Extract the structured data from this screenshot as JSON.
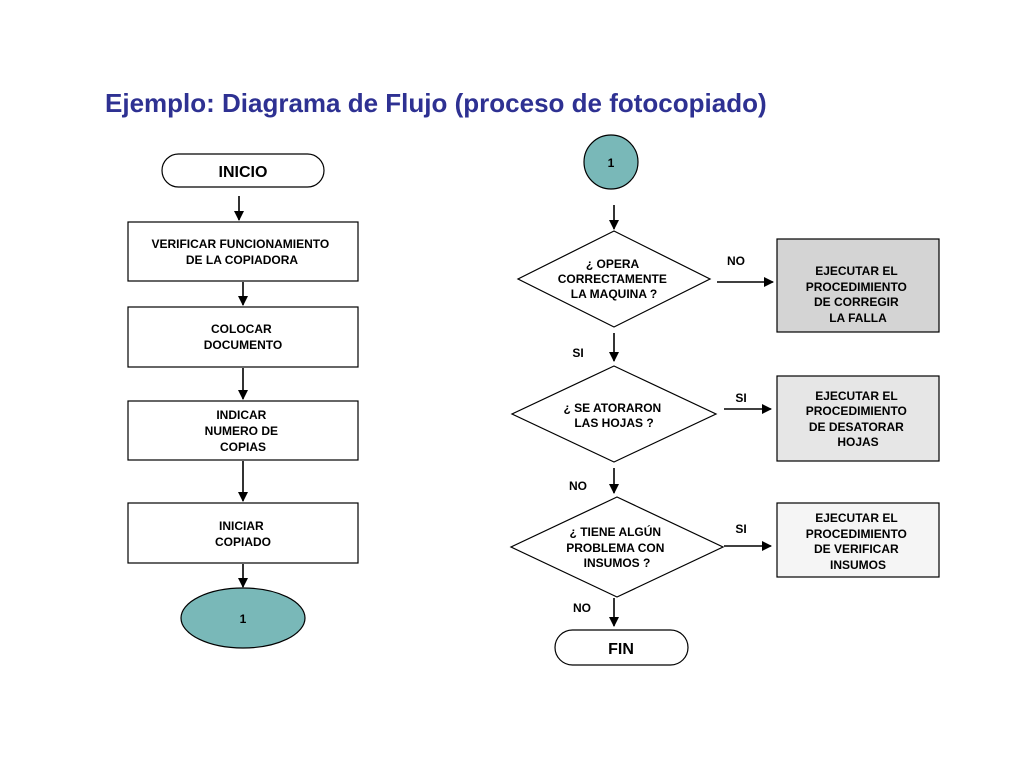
{
  "title": "Ejemplo: Diagrama de Flujo (proceso de fotocopiado)",
  "colors": {
    "title": "#2e3192",
    "connector_fill": "#79b8b8",
    "action_fill_1": "#d4d4d4",
    "action_fill_2": "#e6e6e6",
    "action_fill_3": "#f5f5f5"
  },
  "left_flow": {
    "start": "INICIO",
    "steps": [
      [
        "VERIFICAR FUNCIONAMIENTO",
        "DE LA COPIADORA"
      ],
      [
        "COLOCAR",
        "DOCUMENTO"
      ],
      [
        "INDICAR",
        "NUMERO DE",
        "COPIAS"
      ],
      [
        "INICIAR",
        "COPIADO"
      ]
    ],
    "connector": "1"
  },
  "right_flow": {
    "connector": "1",
    "decisions": [
      {
        "text": [
          "¿ OPERA",
          "CORRECTAMENTE",
          "LA MAQUINA ?"
        ],
        "side_label": "NO",
        "down_label": "SI",
        "action": [
          "EJECUTAR EL",
          "PROCEDIMIENTO",
          "DE CORREGIR",
          "LA FALLA"
        ]
      },
      {
        "text": [
          "¿ SE ATORARON",
          "LAS HOJAS ?"
        ],
        "side_label": "SI",
        "down_label": "NO",
        "action": [
          "EJECUTAR EL",
          "PROCEDIMIENTO",
          "DE DESATORAR",
          "HOJAS"
        ]
      },
      {
        "text": [
          "¿ TIENE ALGÚN",
          "PROBLEMA CON",
          "INSUMOS ?"
        ],
        "side_label": "SI",
        "down_label": "NO",
        "action": [
          "EJECUTAR EL",
          "PROCEDIMIENTO",
          "DE VERIFICAR",
          "INSUMOS"
        ]
      }
    ],
    "end": "FIN"
  }
}
